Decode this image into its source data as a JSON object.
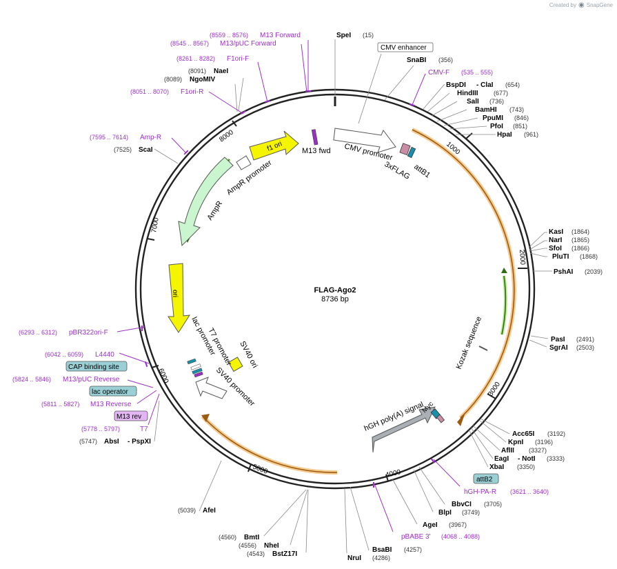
{
  "title": "FLAG-Ago2",
  "length_label": "8736 bp",
  "length_bp": 8736,
  "watermark": {
    "prefix": "Created by",
    "brand": "SnapGene"
  },
  "colors": {
    "backbone": "#222222",
    "primer": "#9b30c8",
    "enzyme_text": "#000000",
    "enzyme_pos": "#333333",
    "orange_cds": "#f2a23a",
    "green_cds": "#7ad23b",
    "yellow": "#f5f500",
    "teal_box": "#9bcfd6",
    "purple_box": "#e3b5f2",
    "grey_feature": "#a9afb5"
  },
  "tick_labels": [
    "1000",
    "2000",
    "3000",
    "4000",
    "5000",
    "6000",
    "7000",
    "8000"
  ],
  "enzymes_left": [
    {
      "name": "NaeI",
      "pos": "(8091)"
    },
    {
      "name": "NgoMIV",
      "pos": "(8089)"
    },
    {
      "name": "ScaI",
      "pos": "(7525)"
    },
    {
      "name": "AbsI",
      "pos": "(5747)",
      "sep": "- PspXI"
    },
    {
      "name": "AfeI",
      "pos": "(5039)"
    },
    {
      "name": "BmtI",
      "pos": "(4560)"
    },
    {
      "name": "NheI",
      "pos": "(4556)"
    },
    {
      "name": "BstZ17I",
      "pos": "(4543)"
    }
  ],
  "enzymes_right": [
    {
      "name": "SpeI",
      "pos": "(15)"
    },
    {
      "name": "SnaBI",
      "pos": "(356)"
    },
    {
      "name": "BspDI",
      "sep": "- ClaI",
      "pos": "(654)"
    },
    {
      "name": "HindIII",
      "pos": "(677)"
    },
    {
      "name": "SalI",
      "pos": "(736)"
    },
    {
      "name": "BamHI",
      "pos": "(743)"
    },
    {
      "name": "PpuMI",
      "pos": "(846)"
    },
    {
      "name": "PfoI",
      "pos": "(851)"
    },
    {
      "name": "HpaI",
      "pos": "(961)"
    },
    {
      "name": "KasI",
      "pos": "(1864)"
    },
    {
      "name": "NarI",
      "pos": "(1865)"
    },
    {
      "name": "SfoI",
      "pos": "(1866)"
    },
    {
      "name": "PluTI",
      "pos": "(1868)"
    },
    {
      "name": "PshAI",
      "pos": "(2039)"
    },
    {
      "name": "PasI",
      "pos": "(2491)"
    },
    {
      "name": "SgrAI",
      "pos": "(2503)"
    },
    {
      "name": "Acc65I",
      "pos": "(3192)"
    },
    {
      "name": "KpnI",
      "pos": "(3196)"
    },
    {
      "name": "AflII",
      "pos": "(3327)"
    },
    {
      "name": "EagI",
      "sep": "- NotI",
      "pos": "(3333)"
    },
    {
      "name": "XbaI",
      "pos": "(3350)"
    },
    {
      "name": "BbvCI",
      "pos": "(3705)"
    },
    {
      "name": "BlpI",
      "pos": "(3749)"
    },
    {
      "name": "AgeI",
      "pos": "(3967)"
    },
    {
      "name": "BsaBI",
      "pos": "(4257)"
    },
    {
      "name": "NruI",
      "pos": "(4286)"
    }
  ],
  "primers": [
    {
      "range": "(8559 .. 8576)",
      "name": "M13 Forward"
    },
    {
      "range": "(8545 .. 8567)",
      "name": "M13/pUC Forward"
    },
    {
      "range": "(8261 .. 8282)",
      "name": "F1ori-F"
    },
    {
      "range": "(8051 .. 8070)",
      "name": "F1ori-R"
    },
    {
      "range": "(7595 .. 7614)",
      "name": "Amp-R"
    },
    {
      "range": "(6293 .. 6312)",
      "name": "pBR322ori-F"
    },
    {
      "range": "(6042 .. 6059)",
      "name": "L4440"
    },
    {
      "range": "(5824 .. 5846)",
      "name": "M13/pUC Reverse"
    },
    {
      "range": "(5811 .. 5827)",
      "name": "M13 Reverse"
    },
    {
      "range": "(5778 .. 5797)",
      "name": "T7"
    },
    {
      "range": "(535 .. 555)",
      "name": "CMV-F"
    },
    {
      "range": "(3621 .. 3640)",
      "name": "hGH-PA-R"
    },
    {
      "range": "(4068 .. 4088)",
      "name": "pBABE 3'"
    }
  ],
  "boxed_labels": {
    "cmv_enhancer": "CMV enhancer",
    "cap_binding_site": "CAP binding site",
    "lac_operator": "lac operator",
    "m13_rev": "M13 rev",
    "attB2": "attB2"
  },
  "feature_labels": {
    "m13_fwd": "M13 fwd",
    "cmv_promoter": "CMV promoter",
    "attB1": "attB1",
    "flag3x": "3xFLAG",
    "f1_ori": "f1 ori",
    "ampr_promoter": "AmpR promoter",
    "ampr": "AmpR",
    "ori": "ori",
    "lac_promoter": "lac promoter",
    "t7_promoter": "T7 promoter",
    "sv40_promoter": "SV40 promoter",
    "sv40_ori": "SV40 ori",
    "kozak": "Kozak sequence",
    "hgh_polya": "hGH poly(A) signal",
    "myc": "Myc"
  }
}
